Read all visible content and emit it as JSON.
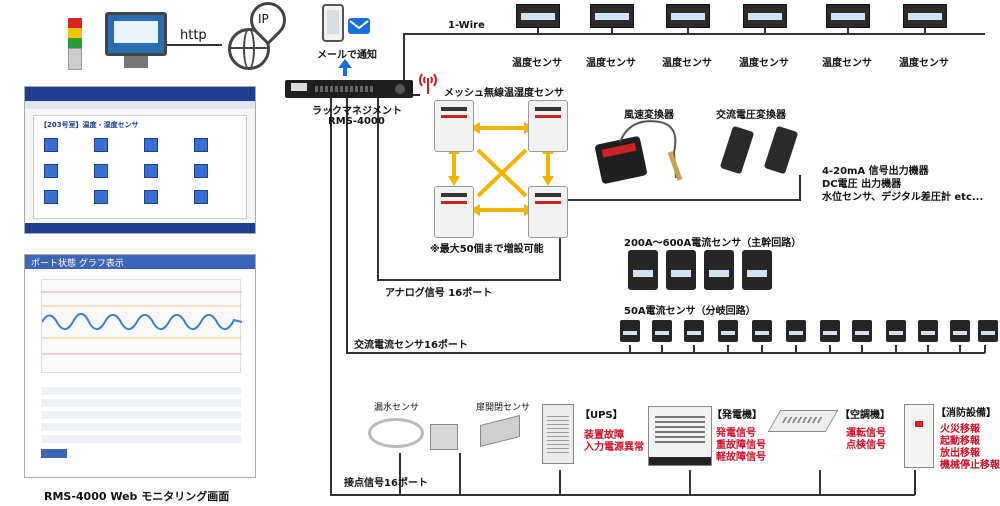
{
  "top": {
    "http_label": "http",
    "ip_label": "IP",
    "mail_label": "メールで通知"
  },
  "rack": {
    "line1": "ラックマネジメント",
    "line2": "RMS-4000"
  },
  "onewire": {
    "bus_label": "1-Wire",
    "sensor_label": "温度センサ",
    "count": 6
  },
  "mesh": {
    "title": "メッシュ無線温湿度センサ",
    "note": "※最大50個まで増設可能"
  },
  "analog": {
    "wind": "風速変換器",
    "ac_voltage": "交流電圧変換器",
    "desc_line1": "4-20mA 信号出力機器",
    "desc_line2": "DC電圧 出力機器",
    "desc_line3": "水位センサ、デジタル差圧計 etc...",
    "port_label": "アナログ信号 16ポート"
  },
  "current": {
    "trunk_label": "200A～600A電流センサ（主幹回路）",
    "branch_label": "50A電流センサ（分岐回路）",
    "port_label": "交流電流センサ16ポート"
  },
  "contact": {
    "water": "漏水センサ",
    "door": "扉開閉センサ",
    "ups_title": "【UPS】",
    "ups_signals": [
      "装置故障",
      "入力電源異常"
    ],
    "gen_title": "【発電機】",
    "gen_signals": [
      "発電信号",
      "重故障信号",
      "軽故障信号"
    ],
    "ac_title": "【空調機】",
    "ac_signals": [
      "運転信号",
      "点検信号"
    ],
    "fire_title": "【消防設備】",
    "fire_signals": [
      "火災移報",
      "起動移報",
      "放出移報",
      "機械停止移報"
    ],
    "port_label": "接点信号16ポート"
  },
  "web": {
    "screen1_title": "【203号室】温度・湿度センサ",
    "screen2_title": "ポート状態 グラフ表示",
    "caption": "RMS-4000 Web モニタリング画面"
  },
  "colors": {
    "accent_red": "#d0102a",
    "arrow_yellow": "#f2b400",
    "mail_blue": "#1a6fd6",
    "screen_header": "#1f3e8f",
    "graph_line": "#3b7fd9"
  }
}
